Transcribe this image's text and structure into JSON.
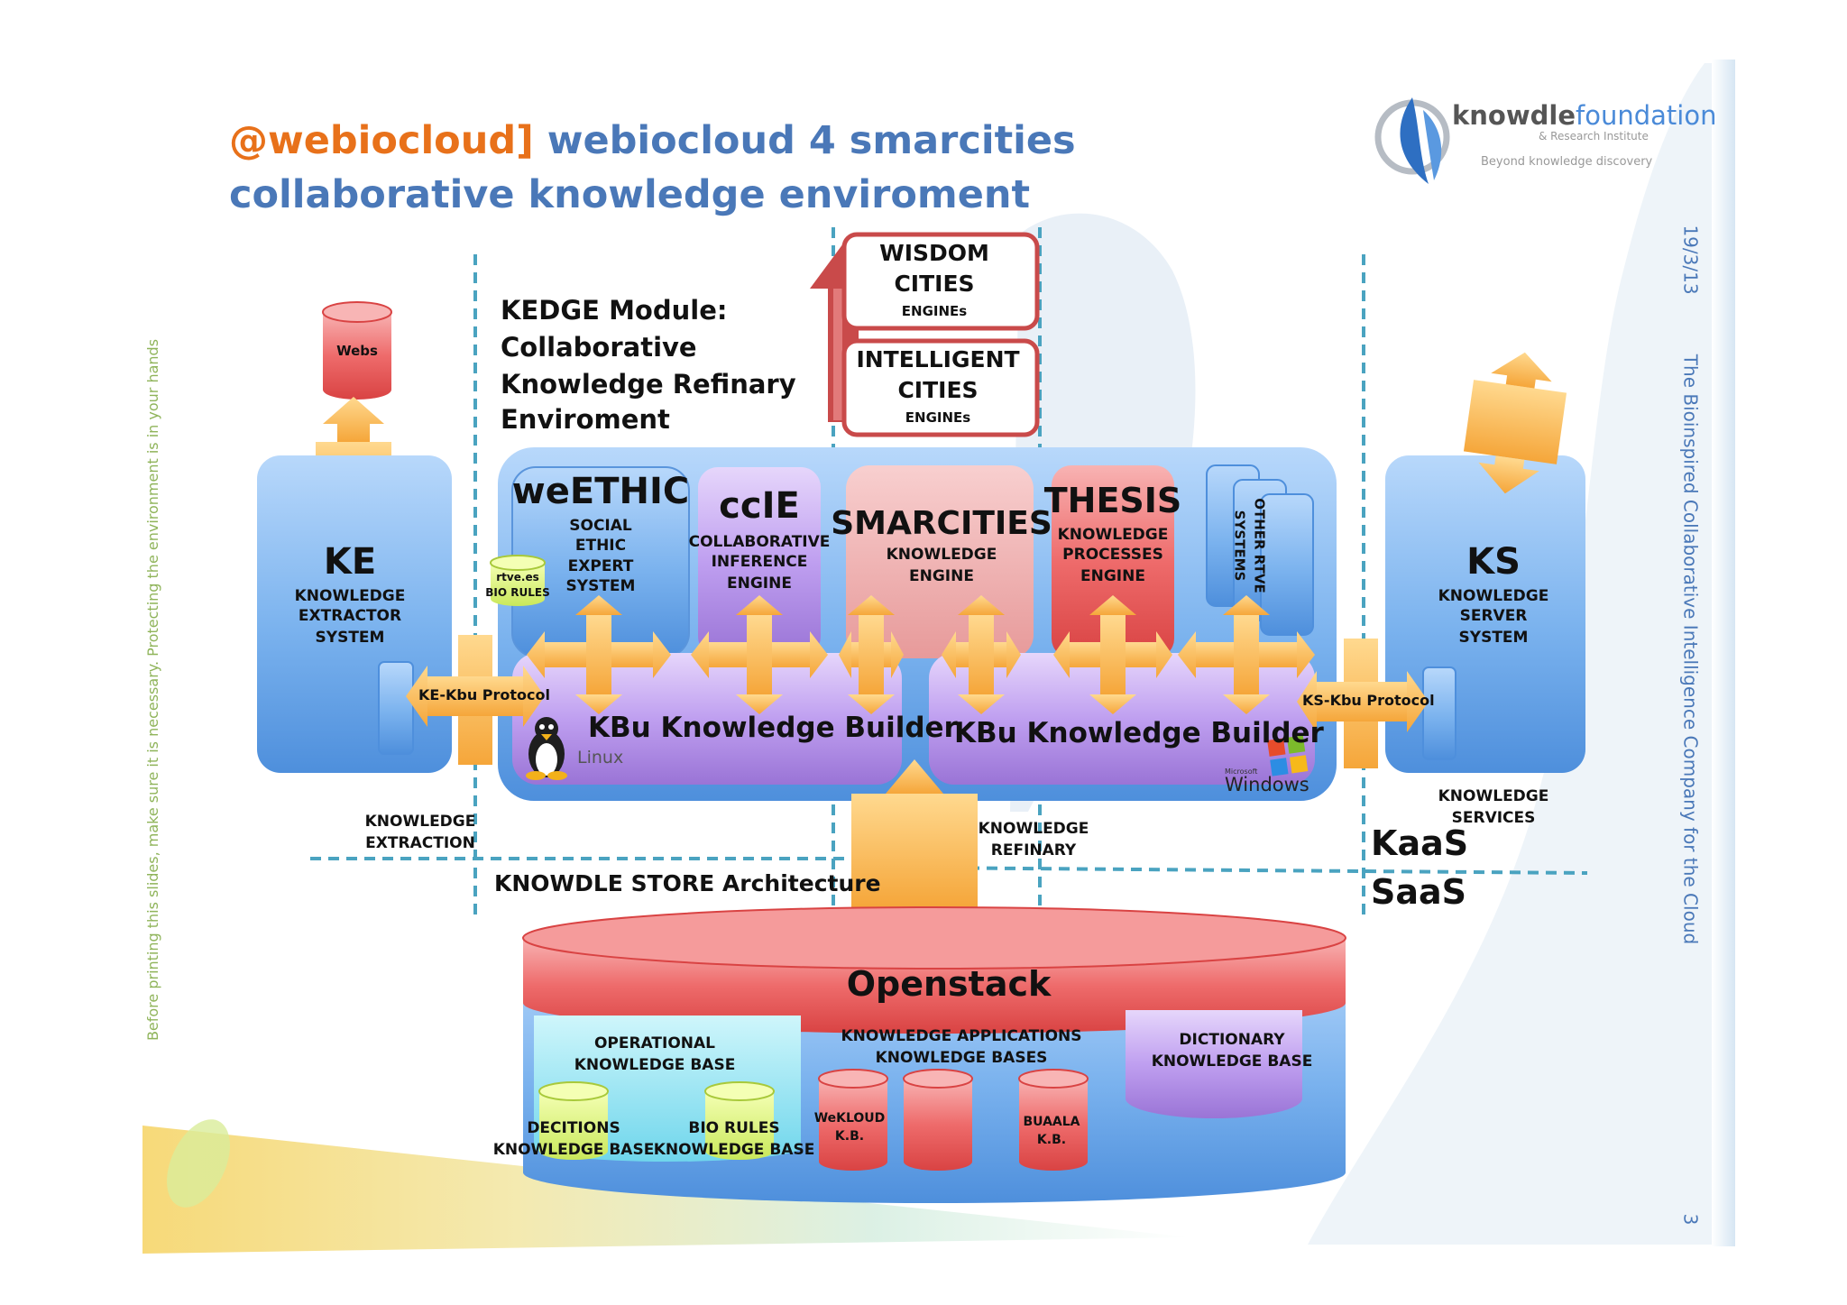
{
  "title": {
    "handle": "@webiocloud",
    "bracket": "]",
    "line1_rest": " webiocloud 4 smarcities",
    "line2": "collaborative knowledge enviroment"
  },
  "logo": {
    "brand_bold": "knowdle",
    "brand_light": "foundation",
    "sub1": "& Research Institute",
    "sub2": "Beyond knowledge discovery"
  },
  "side_text": {
    "left": "Before printing this slides, make sure it is necessary. Protecting the environment is in your hands",
    "right_date": "19/3/13",
    "right_company": "The Bioinspired Collaborative Intelligence Company for the Cloud",
    "page_number": "3"
  },
  "kedge": {
    "line1": "KEDGE Module:",
    "line2": "Collaborative",
    "line3": "Knowledge Refinary",
    "line4": "Enviroment"
  },
  "top_boxes": {
    "wisdom": {
      "line1": "WISDOM",
      "line2": "CITIES",
      "line3": "ENGINEs"
    },
    "intelligent": {
      "line1": "INTELLIGENT",
      "line2": "CITIES",
      "line3": "ENGINEs"
    }
  },
  "ke": {
    "title": "KE",
    "l1": "KNOWLEDGE",
    "l2": "EXTRACTOR",
    "l3": "SYSTEM",
    "webs": "Webs",
    "protocol": "KE-Kbu Protocol"
  },
  "ks": {
    "title": "KS",
    "l1": "KNOWLEDGE",
    "l2": "SERVER",
    "l3": "SYSTEM",
    "protocol": "KS-Kbu Protocol"
  },
  "modules": {
    "weethic": {
      "title": "weETHIC",
      "l1": "SOCIAL",
      "l2": "ETHIC",
      "l3": "EXPERT",
      "l4": "SYSTEM"
    },
    "ccie": {
      "title": "ccIE",
      "l1": "COLLABORATIVE",
      "l2": "INFERENCE",
      "l3": "ENGINE"
    },
    "smarcities": {
      "title": "SMARCITIES",
      "l1": "KNOWLEDGE",
      "l2": "ENGINE"
    },
    "thesis": {
      "title": "THESIS",
      "l1": "KNOWLEDGE",
      "l2": "PROCESSES",
      "l3": "ENGINE"
    },
    "other": {
      "l1": "OTHER RTVE",
      "l2": "SYSTEMS"
    }
  },
  "rtve": {
    "l1": "rtve.es",
    "l2": "BIO RULES"
  },
  "kbu": {
    "left": "KBu Knowledge Builder",
    "right": "KBu Knowledge Builder",
    "linux": "Linux",
    "windows": "Windows",
    "microsoft": "Microsoft"
  },
  "labels": {
    "knowledge_extraction_1": "KNOWLEDGE",
    "knowledge_extraction_2": "EXTRACTION",
    "knowledge_refinary_1": "KNOWLEDGE",
    "knowledge_refinary_2": "REFINARY",
    "knowledge_services_1": "KNOWLEDGE",
    "knowledge_services_2": "SERVICES",
    "store_arch": "KNOWDLE STORE Architecture",
    "kaas": "KaaS",
    "saas": "SaaS"
  },
  "openstack": {
    "title": "Openstack",
    "operational_1": "OPERATIONAL",
    "operational_2": "KNOWLEDGE BASE",
    "apps_1": "KNOWLEDGE APPLICATIONS",
    "apps_2": "KNOWLEDGE BASES",
    "dictionary_1": "DICTIONARY",
    "dictionary_2": "KNOWLEDGE BASE",
    "decitions_1": "DECITIONS",
    "decitions_2": "KNOWLEDGE BASE",
    "biorules_1": "BIO RULES",
    "biorules_2": "KNOWLEDGE BASE",
    "wekloud_1": "WeKLOUD",
    "wekloud_2": "K.B.",
    "buaala_1": "BUAALA",
    "buaala_2": "K.B."
  },
  "colors": {
    "title_blue": "#4a78b8",
    "title_orange": "#e8711a",
    "box_blue": "#6fa8e6",
    "box_purple": "#b592e0",
    "box_red": "#e85858",
    "box_pink": "#eba1a1",
    "arrow_orange": "#f7b24a",
    "dash_teal": "#4aa3c0"
  }
}
